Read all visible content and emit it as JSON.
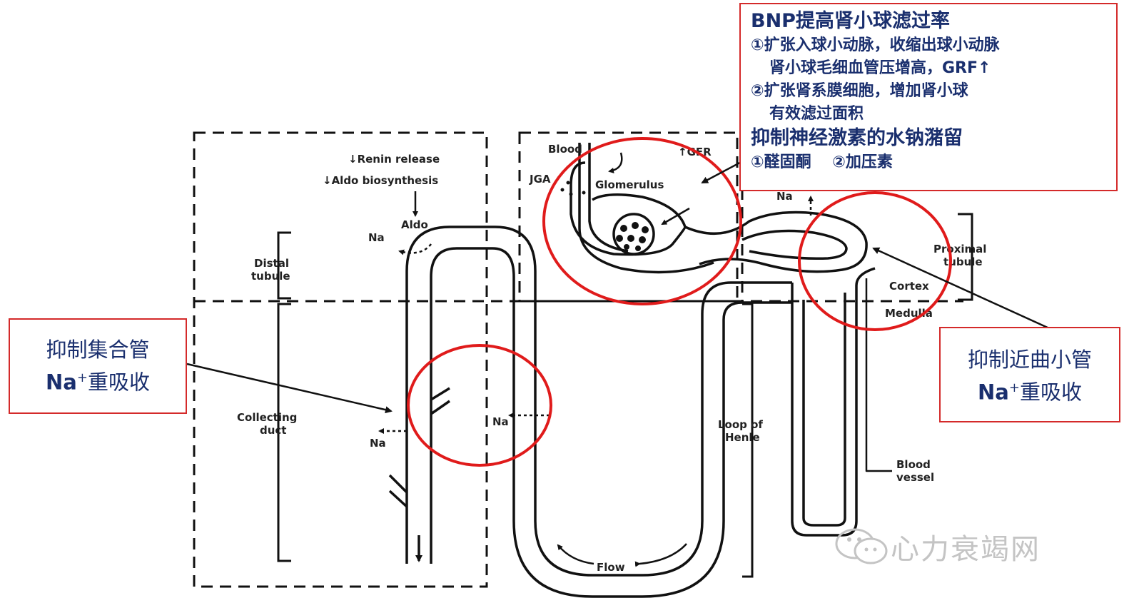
{
  "diagram": {
    "renin_label": "↓Renin release",
    "aldo_bio_label": "↓Aldo biosynthesis",
    "aldo_label": "Aldo",
    "na_label": "Na",
    "distal_label_1": "Distal",
    "distal_label_2": "tubule",
    "collecting_label_1": "Collecting",
    "collecting_label_2": "duct",
    "blood_label": "Blood",
    "jga_label": "JGA",
    "gfr_label": "↑GFR",
    "glomerulus_label": "Glomerulus",
    "proximal_label_1": "Proximal",
    "proximal_label_2": "tubule",
    "cortex_label": "Cortex",
    "medulla_label": "Medulla",
    "loop_label_1": "Loop of",
    "loop_label_2": "Henle",
    "blood_vessel_label_1": "Blood",
    "blood_vessel_label_2": "vessel",
    "flow_label": "Flow"
  },
  "bnp_box": {
    "title": "BNP提高肾小球滤过率",
    "line1": "①扩张入球小动脉，收缩出球小动脉",
    "line2": "肾小球毛细血管压增高，GRF↑",
    "line3": "②扩张肾系膜细胞，增加肾小球",
    "line4": "有效滤过面积",
    "title2": "抑制神经激素的水钠潴留",
    "line5": "①醛固酮　 ②加压素"
  },
  "collect_box": {
    "line1": "抑制集合管",
    "line2_bold": "Na",
    "line2_sup": "+",
    "line2_rest": "重吸收"
  },
  "prox_box": {
    "line1": "抑制近曲小管",
    "line2_bold": "Na",
    "line2_sup": "+",
    "line2_rest": "重吸收"
  },
  "watermark": {
    "text": "心力衰竭网",
    "icon": "wechat-icon"
  },
  "colors": {
    "highlight_red": "#d42a2a",
    "text_navy": "#1a2f6e",
    "diagram_black": "#111111",
    "watermark_gray": "#c4c4c4"
  }
}
